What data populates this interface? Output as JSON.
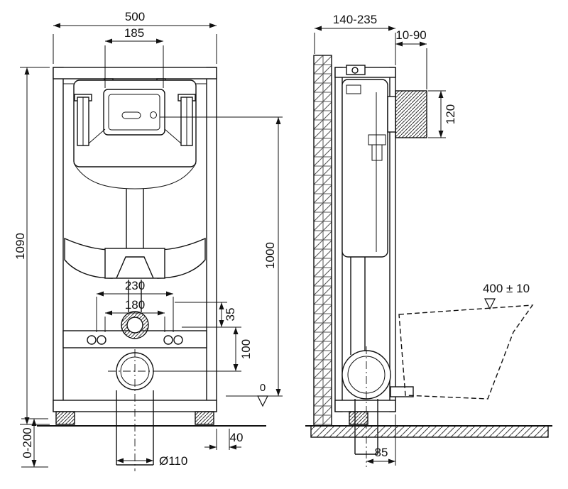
{
  "colors": {
    "line": "#111111",
    "background": "#ffffff"
  },
  "front_view": {
    "overall_width": "500",
    "flush_plate_width": "185",
    "frame_height": "1090",
    "flush_plate_center_height": "1000",
    "fixing_spacing_outer": "230",
    "fixing_spacing_inner": "180",
    "water_offset": "35",
    "outlet_offset": "100",
    "datum_level": "0",
    "foot_adjustment": "0-200",
    "edge_offset": "40",
    "outlet_diameter": "Ø110"
  },
  "side_view": {
    "frame_depth_range": "140-235",
    "plate_extension_range": "10-90",
    "plate_opening_height": "120",
    "bowl_height": "400 ± 10",
    "outlet_center_offset": "85"
  }
}
